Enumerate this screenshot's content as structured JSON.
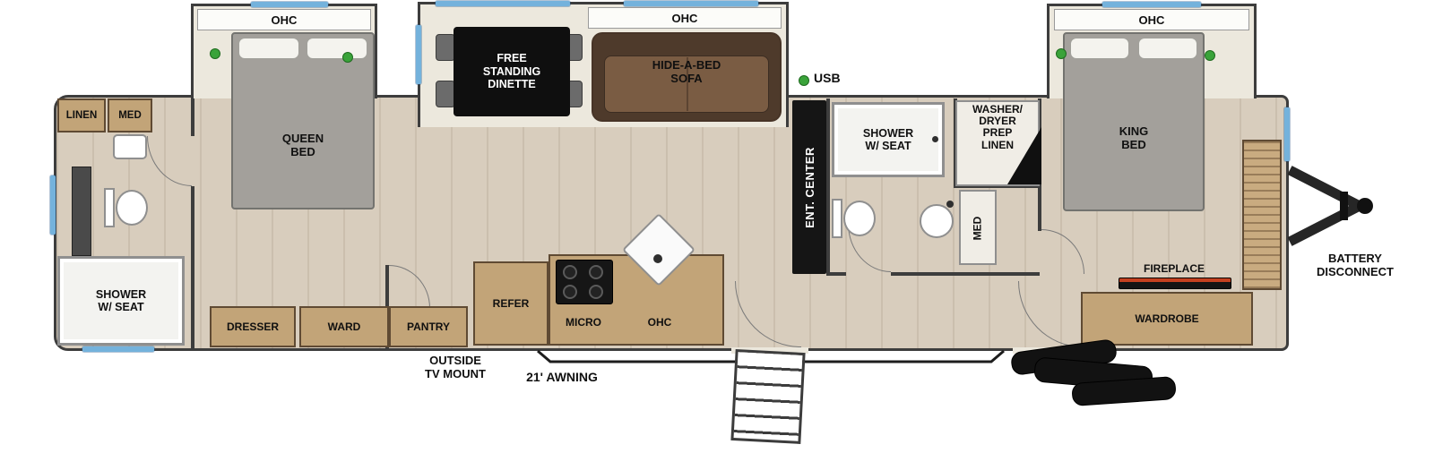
{
  "rear_bath": {
    "linen": "LINEN",
    "med": "MED",
    "shower": "SHOWER\nW/ SEAT"
  },
  "rear_bedroom": {
    "ohc": "OHC",
    "bed": "QUEEN\nBED",
    "dresser": "DRESSER",
    "ward": "WARD"
  },
  "living": {
    "ohc": "OHC",
    "dinette": "FREE\nSTANDING\nDINETTE",
    "sofa": "HIDE-A-BED\nSOFA",
    "usb": "USB",
    "ent_center": "ENT. CENTER"
  },
  "kitchen": {
    "pantry": "PANTRY",
    "refer": "REFER",
    "micro": "MICRO",
    "ohc": "OHC"
  },
  "mid_bath": {
    "shower": "SHOWER\nW/ SEAT",
    "washer": "WASHER/\nDRYER\nPREP\nLINEN",
    "med": "MED"
  },
  "front_bedroom": {
    "ohc": "OHC",
    "bed": "KING\nBED",
    "fireplace": "FIREPLACE",
    "wardrobe": "WARDROBE"
  },
  "exterior": {
    "battery": "BATTERY\nDISCONNECT",
    "tv_mount": "OUTSIDE\nTV MOUNT",
    "awning": "21' AWNING"
  },
  "colors": {
    "wall": "#3d3d3d",
    "floor": "#d8cdbd",
    "slide_floor": "#ece8dd",
    "wood": "#c2a478",
    "wood_light": "#c9ab80",
    "sofa_back": "#4e3a2b",
    "sofa_seat": "#7a5c43",
    "bed": "#a3a09b",
    "window": "#74b2dc",
    "usb_green": "#3aa33a"
  }
}
